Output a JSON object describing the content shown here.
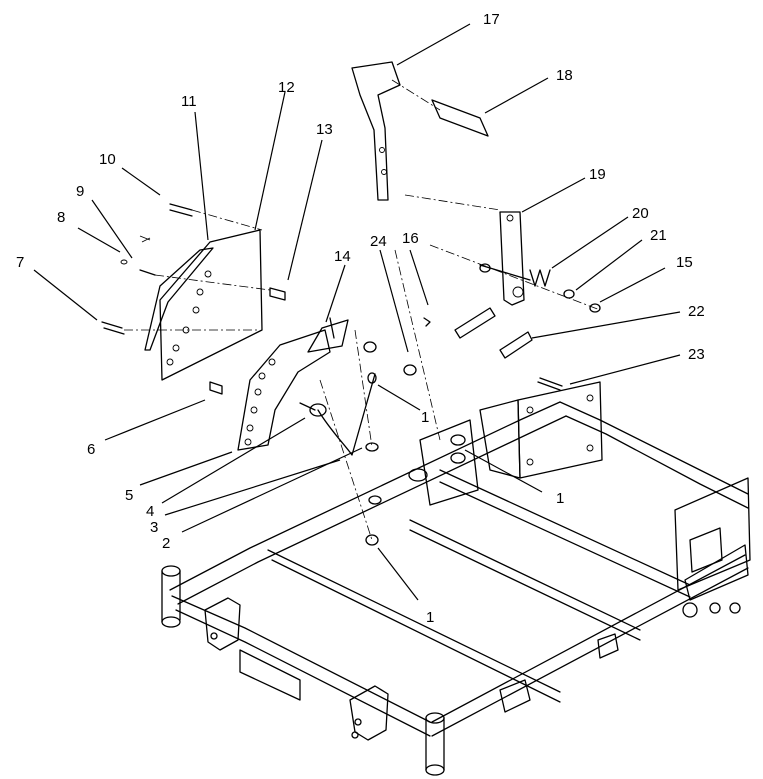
{
  "callouts": [
    {
      "id": "c17",
      "label": "17"
    },
    {
      "id": "c18",
      "label": "18"
    },
    {
      "id": "c11",
      "label": "11"
    },
    {
      "id": "c12",
      "label": "12"
    },
    {
      "id": "c13",
      "label": "13"
    },
    {
      "id": "c10",
      "label": "10"
    },
    {
      "id": "c9",
      "label": "9"
    },
    {
      "id": "c19",
      "label": "19"
    },
    {
      "id": "c8",
      "label": "8"
    },
    {
      "id": "c20",
      "label": "20"
    },
    {
      "id": "c24",
      "label": "24"
    },
    {
      "id": "c16",
      "label": "16"
    },
    {
      "id": "c21",
      "label": "21"
    },
    {
      "id": "c14",
      "label": "14"
    },
    {
      "id": "c7",
      "label": "7"
    },
    {
      "id": "c15",
      "label": "15"
    },
    {
      "id": "c22",
      "label": "22"
    },
    {
      "id": "c23",
      "label": "23"
    },
    {
      "id": "c1a",
      "label": "1"
    },
    {
      "id": "c6",
      "label": "6"
    },
    {
      "id": "c1b",
      "label": "1"
    },
    {
      "id": "c5",
      "label": "5"
    },
    {
      "id": "c4",
      "label": "4"
    },
    {
      "id": "c3",
      "label": "3"
    },
    {
      "id": "c2",
      "label": "2"
    },
    {
      "id": "c1c",
      "label": "1"
    }
  ]
}
